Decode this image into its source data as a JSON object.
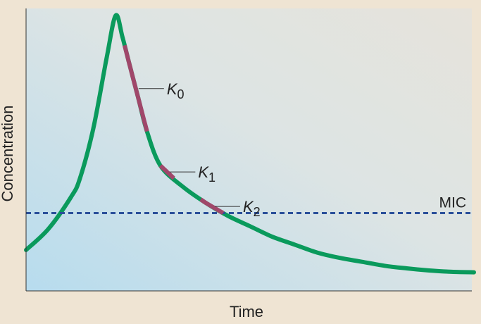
{
  "chart_data": {
    "type": "line",
    "title": "",
    "xlabel": "Time",
    "ylabel": "Concentration",
    "xlim": [
      0,
      10
    ],
    "ylim": [
      0,
      10
    ],
    "grid": false,
    "series": [
      {
        "color": "#0a9a5c",
        "x": [
          0,
          0.5,
          1.0,
          1.2,
          1.5,
          1.8,
          2.0,
          2.15,
          2.3,
          2.5,
          2.7,
          3.0,
          3.5,
          4.0,
          4.5,
          5.0,
          5.5,
          6.0,
          6.5,
          7.0,
          7.5,
          8.0,
          8.5,
          9.0,
          9.5,
          10.0
        ],
        "y": [
          1.1,
          1.9,
          3.1,
          3.8,
          5.7,
          8.4,
          10.0,
          9.2,
          8.2,
          6.9,
          5.6,
          4.3,
          3.5,
          2.9,
          2.4,
          2.0,
          1.6,
          1.3,
          1.0,
          0.8,
          0.65,
          0.5,
          0.4,
          0.32,
          0.27,
          0.25
        ]
      }
    ],
    "rate_segments": [
      {
        "label": "K",
        "sub": "0",
        "x_start": 2.2,
        "x_end": 2.7,
        "color": "#a0476a"
      },
      {
        "label": "K",
        "sub": "1",
        "x_start": 3.0,
        "x_end": 3.3,
        "color": "#a0476a"
      },
      {
        "label": "K",
        "sub": "2",
        "x_start": 3.9,
        "x_end": 4.4,
        "color": "#a0476a"
      }
    ],
    "threshold": {
      "label": "MIC",
      "y": 2.5,
      "color": "#2a4f9a",
      "style": "dashed"
    }
  }
}
